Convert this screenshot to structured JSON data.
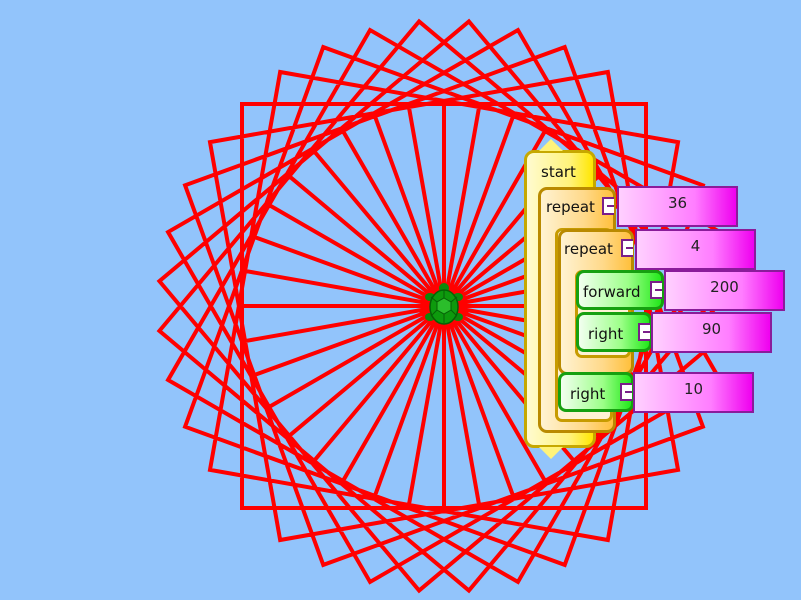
{
  "drawing": {
    "line_color": "#ff0000",
    "turtle_color": "#1aa01a",
    "background": "#92c4fb"
  },
  "blocks": {
    "start_label": "start",
    "outer_repeat_label": "repeat",
    "outer_repeat_count": "36",
    "inner_repeat_label": "repeat",
    "inner_repeat_count": "4",
    "forward_label": "forward",
    "forward_value": "200",
    "inner_right_label": "right",
    "inner_right_value": "90",
    "outer_right_label": "right",
    "outer_right_value": "10"
  },
  "program": {
    "outer_repeat": 36,
    "inner_repeat": 4,
    "forward": 200,
    "inner_turn": 90,
    "outer_turn": 10
  }
}
